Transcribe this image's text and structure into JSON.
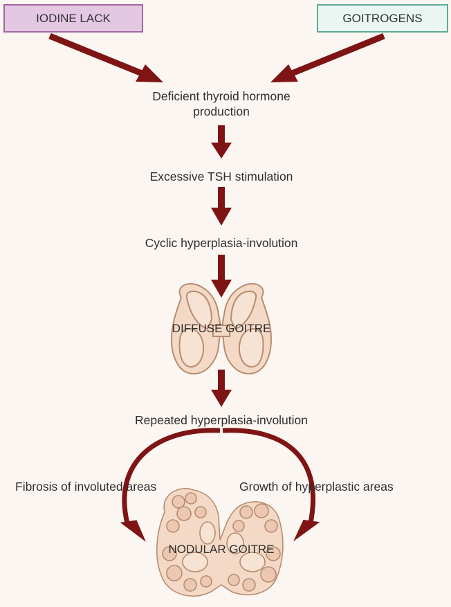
{
  "boxes": {
    "iodine_lack": "IODINE LACK",
    "goitrogens": "GOITROGENS"
  },
  "steps": {
    "deficient_line1": "Deficient thyroid hormone",
    "deficient_line2": "production",
    "tsh": "Excessive TSH stimulation",
    "cyclic": "Cyclic hyperplasia-involution",
    "diffuse": "DIFFUSE GOITRE",
    "repeated": "Repeated hyperplasia-involution",
    "fibrosis": "Fibrosis of involuted  areas",
    "growth": "Growth of hyperplastic areas",
    "nodular": "NODULAR GOITRE"
  },
  "colors": {
    "arrow": "#7e1414",
    "gland_fill": "#f3d9c6",
    "gland_stroke": "#b78c70",
    "iodine_box": "#e3c7e3",
    "goitrogens_box": "#eaf6f2"
  }
}
